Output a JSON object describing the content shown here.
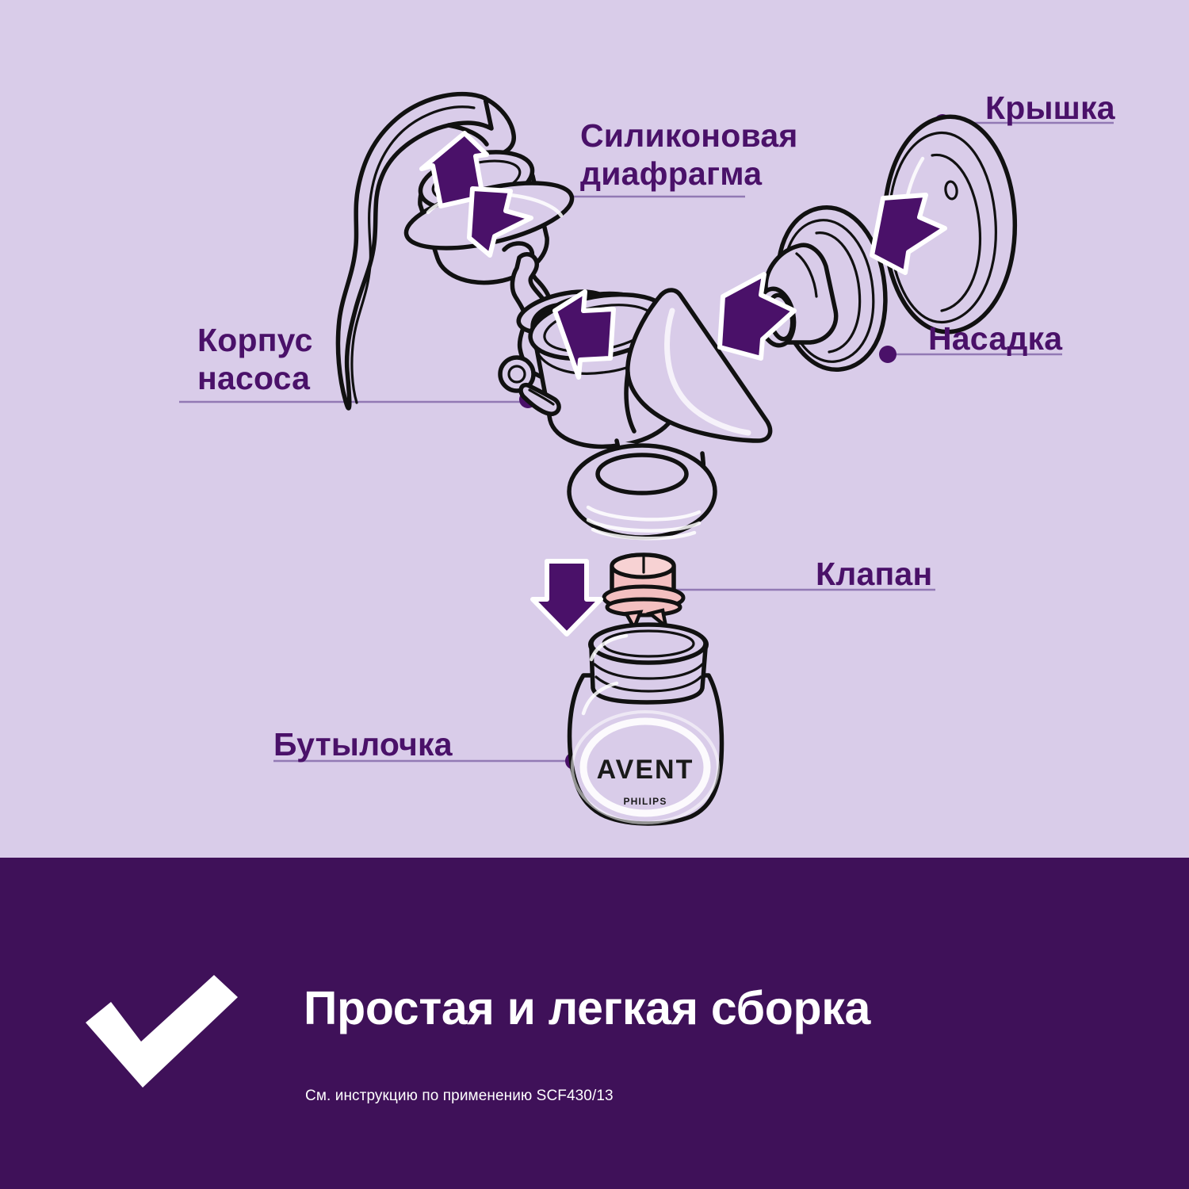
{
  "colors": {
    "background_light": "#d9cce9",
    "panel_light": "#d9cce9",
    "band_dark": "#3f1159",
    "label_text": "#4a1169",
    "arrow_fill": "#4a1169",
    "leader_line": "#8f6fb0",
    "outline": "#111111",
    "valve_pink": "#f3bfc0",
    "white": "#ffffff"
  },
  "labels": [
    {
      "id": "silicone-diaphragm",
      "text": "Силиконовая\nдиафрагма"
    },
    {
      "id": "cap",
      "text": "Крышка"
    },
    {
      "id": "pump-body",
      "text": "Корпус\nнасоса"
    },
    {
      "id": "nozzle",
      "text": "Насадка"
    },
    {
      "id": "valve",
      "text": "Клапан"
    },
    {
      "id": "bottle",
      "text": "Бутылочка"
    }
  ],
  "bottle_branding": {
    "brand": "AVENT",
    "maker": "PHILIPS"
  },
  "footer": {
    "headline": "Простая и легкая сборка",
    "subline": "См. инструкцию по применению SCF430/13",
    "check_icon": "check-icon"
  },
  "diagram": {
    "title_alt": "Схема сборки молокоотсоса",
    "parts": [
      "handle",
      "silicone-diaphragm",
      "stem",
      "pump-body",
      "funnel",
      "nozzle",
      "cap",
      "valve",
      "bottle"
    ],
    "arrows": 5
  }
}
